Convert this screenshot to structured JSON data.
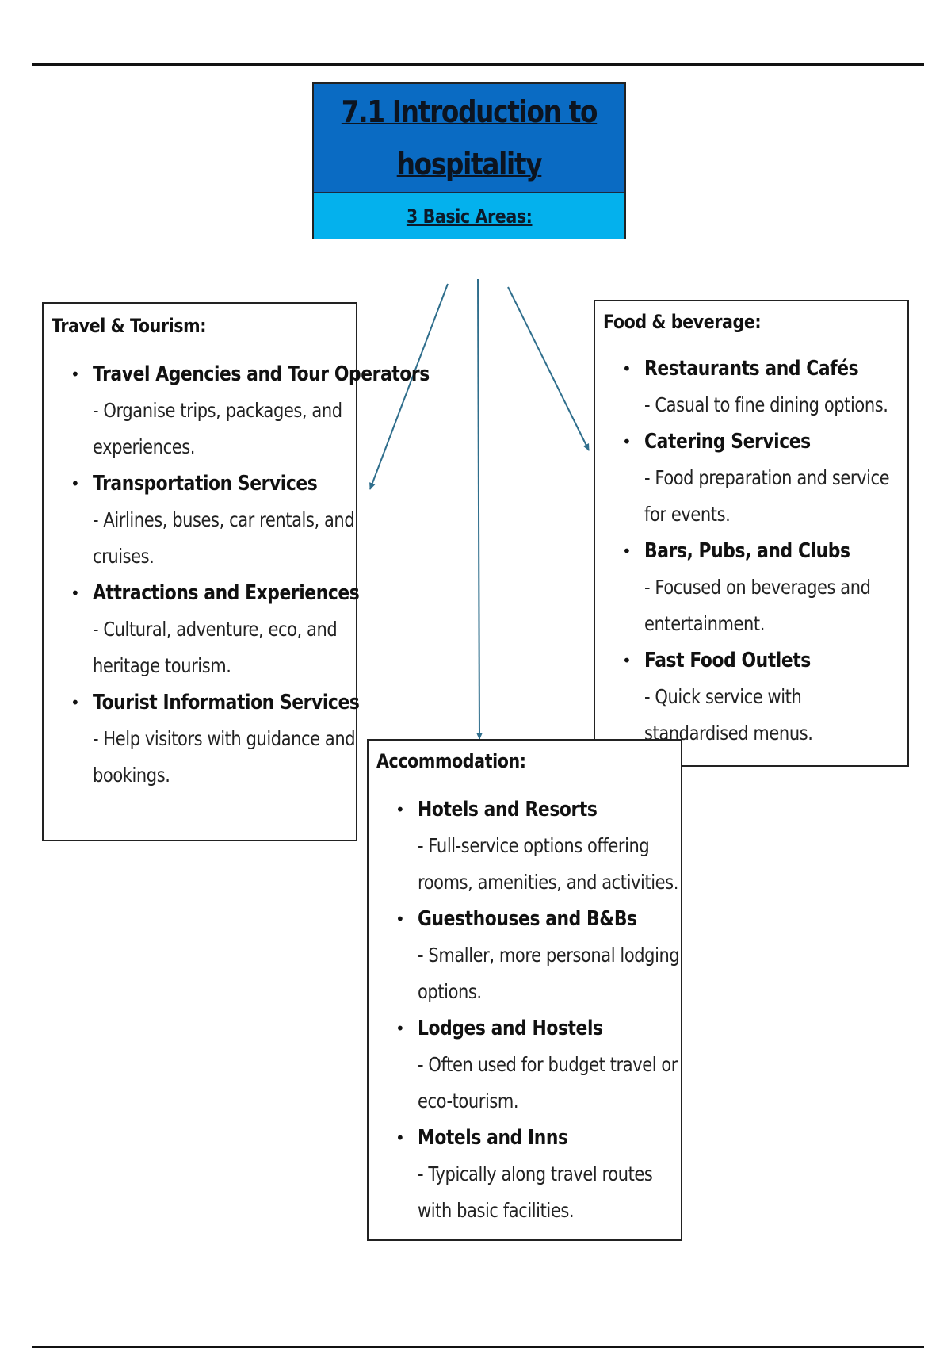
{
  "header": {
    "title": "7.1 Introduction to hospitality",
    "subtitle": "3 Basic Areas:"
  },
  "colors": {
    "title_bg": "#0a6bc3",
    "subtitle_bg": "#04b1ed",
    "arrow": "#2f6e8c"
  },
  "areas": {
    "travel": {
      "heading": "Travel & Tourism:",
      "items": [
        {
          "title": "Travel Agencies and Tour Operators",
          "desc": "- Organise trips, packages, and experiences."
        },
        {
          "title": "Transportation Services",
          "desc": "- Airlines, buses, car rentals, and cruises."
        },
        {
          "title": "Attractions and Experiences",
          "desc": "- Cultural, adventure, eco, and heritage tourism."
        },
        {
          "title": "Tourist Information Services",
          "desc": "- Help visitors with guidance and bookings."
        }
      ]
    },
    "food": {
      "heading": "Food & beverage:",
      "items": [
        {
          "title": "Restaurants and Cafés",
          "desc": "- Casual to fine dining options."
        },
        {
          "title": "Catering Services",
          "desc": "- Food preparation and service for events."
        },
        {
          "title": "Bars, Pubs, and Clubs",
          "desc": "- Focused on beverages and entertainment."
        },
        {
          "title": "Fast Food Outlets",
          "desc": "- Quick service with standardised menus."
        }
      ]
    },
    "accommodation": {
      "heading": "Accommodation:",
      "items": [
        {
          "title": "Hotels and Resorts",
          "desc": "- Full-service options offering rooms, amenities, and activities."
        },
        {
          "title": "Guesthouses and B&Bs",
          "desc": "- Smaller, more personal lodging options."
        },
        {
          "title": "Lodges and Hostels",
          "desc": "- Often used for budget travel or eco-tourism."
        },
        {
          "title": "Motels and Inns",
          "desc": "- Typically along travel routes with basic facilities."
        }
      ]
    }
  },
  "bullet_glyph": "•"
}
